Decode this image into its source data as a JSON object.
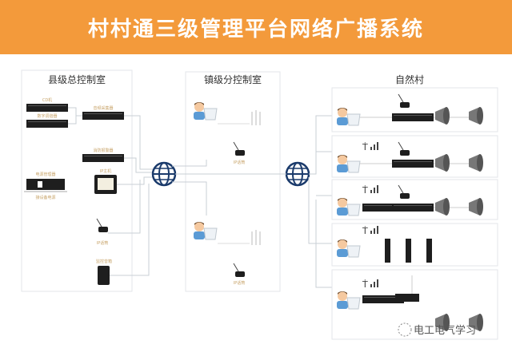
{
  "title": "村村通三级管理平台网络广播系统",
  "county": {
    "title": "县级总控制室",
    "devices": {
      "cd": "CD机",
      "tuner": "数字调谐器",
      "audio_collector": "音频采集器",
      "fire_alarm": "消防报警器",
      "power_manager": "电源管理器",
      "power_note": "接设备电源",
      "ip_host": "IP主机",
      "ip_mic": "IP话筒",
      "monitor_speaker": "监控音箱"
    }
  },
  "town": {
    "title": "镇级分控制室",
    "mic_label": "IP话筒"
  },
  "village": {
    "title": "自然村"
  },
  "watermark": "电工电气学习",
  "colors": {
    "header": "#f39a3b",
    "label": "#c8a46a",
    "line": "#c9cfd6",
    "device": "#1e1e1e"
  }
}
